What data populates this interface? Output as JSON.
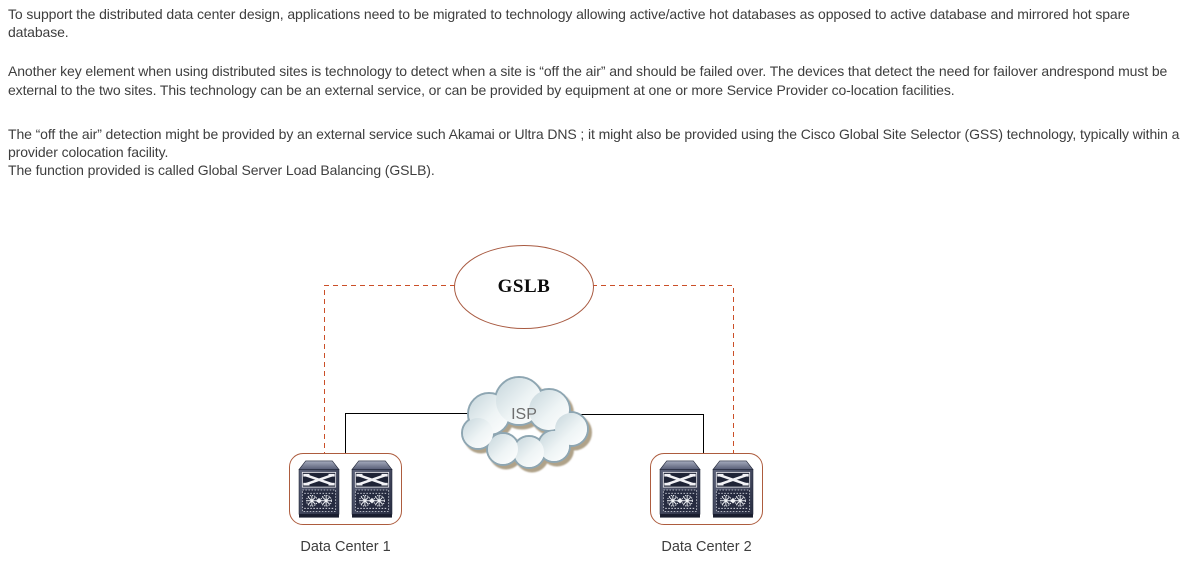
{
  "page": {
    "paragraphs": [
      "To support the distributed data center design, applications need to be migrated to technology allowing active/active hot databases as opposed to active database and mirrored hot spare database.",
      "Another key element when using distributed sites is technology to detect when a site is “off the air” and should be failed over. The devices that detect the need for failover andrespond must be external to the two sites. This technology can be an external service, or can be provided by equipment at one or more Service Provider co-location facilities.",
      "The “off the air” detection might be provided by an external service such Akamai or Ultra DNS ; it might also be provided using the Cisco Global Site Selector (GSS) technology, typically within a provider colocation facility.",
      "The function provided is called Global Server Load Balancing (GSLB)."
    ]
  },
  "diagram": {
    "gslb_label": "GSLB",
    "isp_label": "ISP",
    "datacenter1_label": "Data Center 1",
    "datacenter2_label": "Data Center 2",
    "icons": {
      "device": "network-switch-icon",
      "cloud": "isp-cloud-shape"
    },
    "colors": {
      "dashed_connector": "#cb4f28",
      "solid_connector": "#000000",
      "ellipse_border": "#a85a41",
      "dc_box_border": "#ad5c3e",
      "cloud_stroke": "#8ea6b2",
      "cloud_shadow": "#9b8a6b",
      "body_text": "#3e3e3e"
    }
  }
}
